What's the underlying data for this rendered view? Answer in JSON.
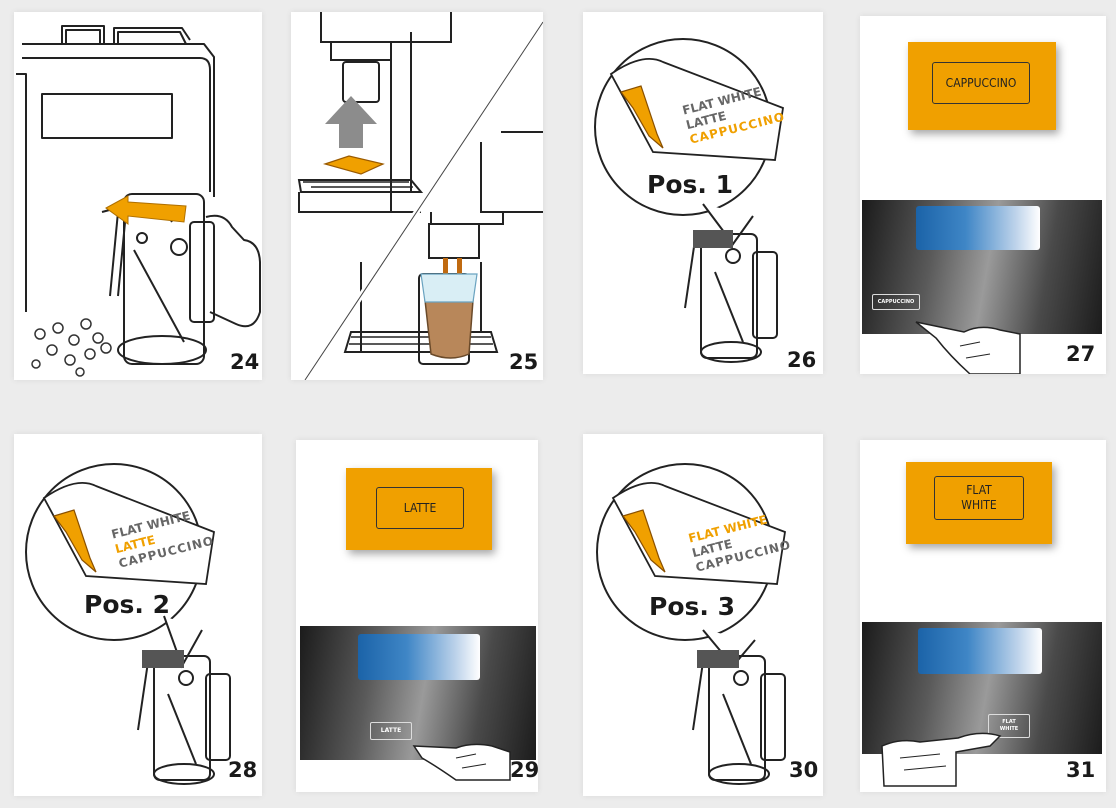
{
  "figures": [
    {
      "number": "24"
    },
    {
      "number": "25"
    },
    {
      "number": "26",
      "labels": [
        "FLAT WHITE",
        "LATTE",
        "CAPPUCCINO"
      ],
      "position": "Pos. 1",
      "highlight": "CAPPUCCINO"
    },
    {
      "number": "27",
      "button": "CAPPUCCINO",
      "small_button": "CAPPUCCINO"
    },
    {
      "number": "28",
      "labels": [
        "FLAT WHITE",
        "LATTE",
        "CAPPUCCINO"
      ],
      "position": "Pos. 2",
      "highlight": "LATTE"
    },
    {
      "number": "29",
      "button": "LATTE",
      "small_button": "LATTE"
    },
    {
      "number": "30",
      "labels": [
        "FLAT WHITE",
        "LATTE",
        "CAPPUCCINO"
      ],
      "position": "Pos. 3",
      "highlight": "FLAT WHITE"
    },
    {
      "number": "31",
      "button_line1": "FLAT",
      "button_line2": "WHITE",
      "small_line1": "FLAT",
      "small_line2": "WHITE"
    }
  ],
  "colors": {
    "accent": "#f0a000",
    "ink": "#1a1a1a",
    "screen_blue": "#1b63a8"
  }
}
